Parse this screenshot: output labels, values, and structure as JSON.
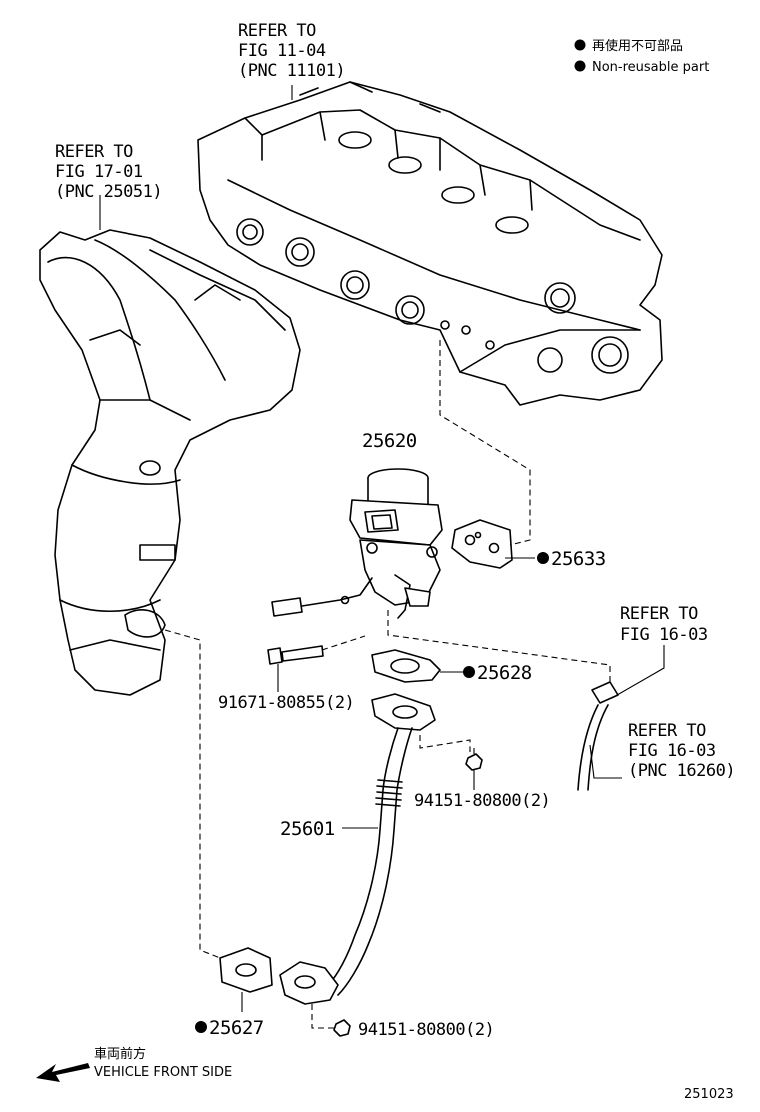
{
  "legend": {
    "line1": "再使用不可部品",
    "line2": "Non-reusable part"
  },
  "refs": {
    "head": [
      "REFER TO",
      "FIG  11-04",
      "(PNC 11101)"
    ],
    "manifold": [
      "REFER TO",
      "FIG  17-01",
      "(PNC 25051)"
    ],
    "hose_a": [
      "REFER TO",
      "FIG  16-03"
    ],
    "hose_b": [
      "REFER TO",
      "FIG  16-03",
      "(PNC 16260)"
    ]
  },
  "parts": {
    "p25620": "25620",
    "p25633": "25633",
    "p25628": "25628",
    "p91671": "91671-80855(2)",
    "p94151a": "94151-80800(2)",
    "p25601": "25601",
    "p25627": "25627",
    "p94151b": "94151-80800(2)"
  },
  "front": {
    "jp": "車両前方",
    "en": "VEHICLE FRONT SIDE"
  },
  "figure_code": "251023"
}
